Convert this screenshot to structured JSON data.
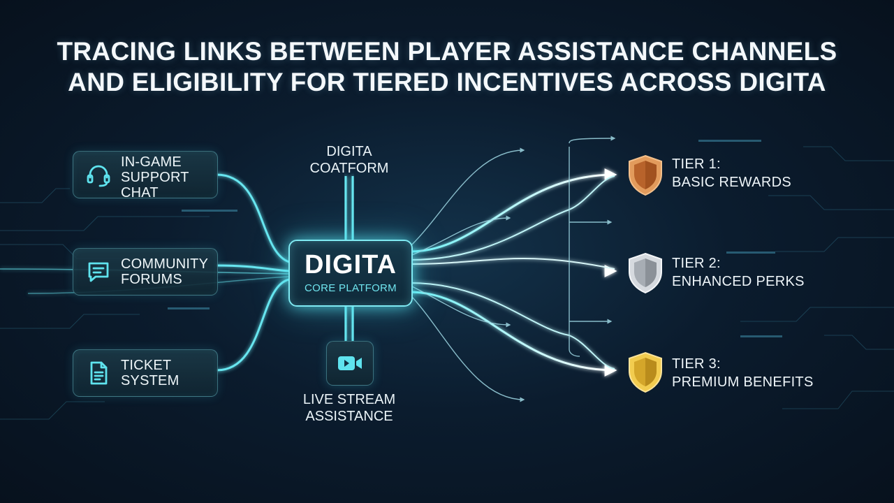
{
  "title": {
    "line1": "TRACING LINKS BETWEEN PLAYER ASSISTANCE CHANNELS",
    "line2": "AND ELIGIBILITY FOR TIERED INCENTIVES ACROSS DIGITA"
  },
  "channels": [
    {
      "lines": [
        "IN-GAME",
        "SUPPORT",
        "CHAT"
      ],
      "icon": "headset-icon"
    },
    {
      "lines": [
        "COMMUNITY",
        "FORUMS"
      ],
      "icon": "chat-bubble-icon"
    },
    {
      "lines": [
        "TICKET",
        "SYSTEM"
      ],
      "icon": "document-icon"
    }
  ],
  "top_node": {
    "lines": [
      "DIGITA",
      "COATFORM"
    ]
  },
  "live_node": {
    "lines": [
      "LIVE STREAM",
      "ASSISTANCE"
    ],
    "icon": "video-camera-icon"
  },
  "core": {
    "title": "DIGITA",
    "subtitle": "CORE PLATFORM"
  },
  "tiers": [
    {
      "line1": "TIER 1:",
      "line2": "BASIC REWARDS",
      "icon": "bronze-shield-icon",
      "color": "#c8763a"
    },
    {
      "line1": "TIER 2:",
      "line2": "ENHANCED PERKS",
      "icon": "silver-shield-icon",
      "color": "#b9bec4"
    },
    {
      "line1": "TIER 3:",
      "line2": "PREMIUM BENEFITS",
      "icon": "gold-shield-icon",
      "color": "#e2b63a"
    }
  ],
  "colors": {
    "accent": "#5fe3ee",
    "background": "#0b1c2e"
  }
}
